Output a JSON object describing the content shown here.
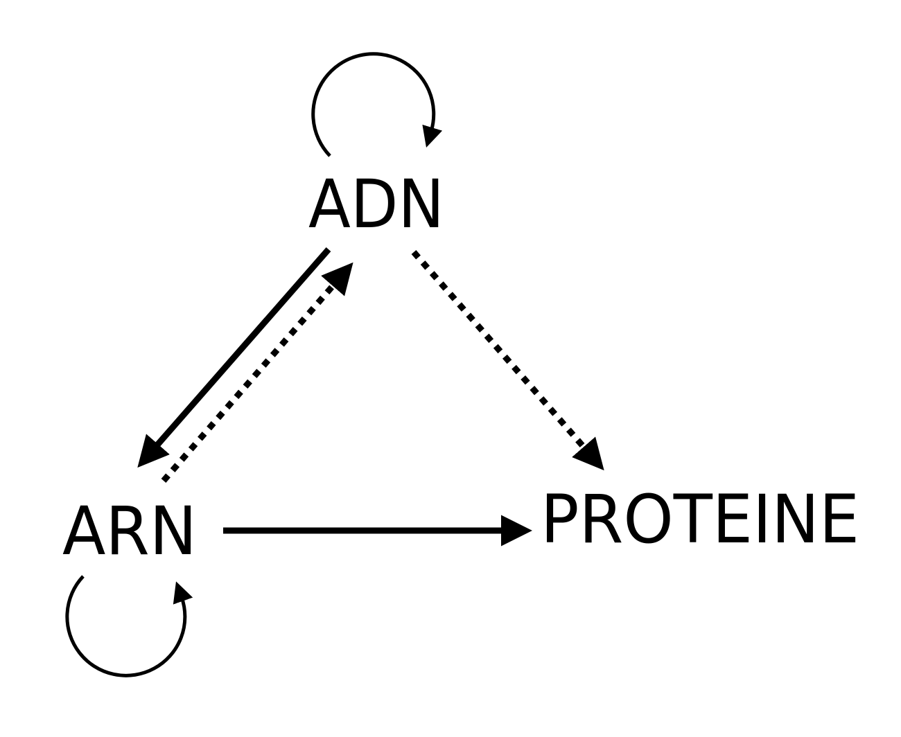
{
  "diagram": {
    "nodes": {
      "dna": "ADN",
      "rna": "ARN",
      "protein": "PROTEINE"
    },
    "edges": [
      {
        "from": "ADN",
        "to": "ADN",
        "style": "self-loop"
      },
      {
        "from": "ARN",
        "to": "ARN",
        "style": "self-loop"
      },
      {
        "from": "ADN",
        "to": "ARN",
        "style": "solid"
      },
      {
        "from": "ARN",
        "to": "ADN",
        "style": "dotted"
      },
      {
        "from": "ADN",
        "to": "PROTEINE",
        "style": "dotted"
      },
      {
        "from": "ARN",
        "to": "PROTEINE",
        "style": "solid"
      }
    ],
    "colors": {
      "stroke": "#000000",
      "background": "#ffffff"
    }
  }
}
